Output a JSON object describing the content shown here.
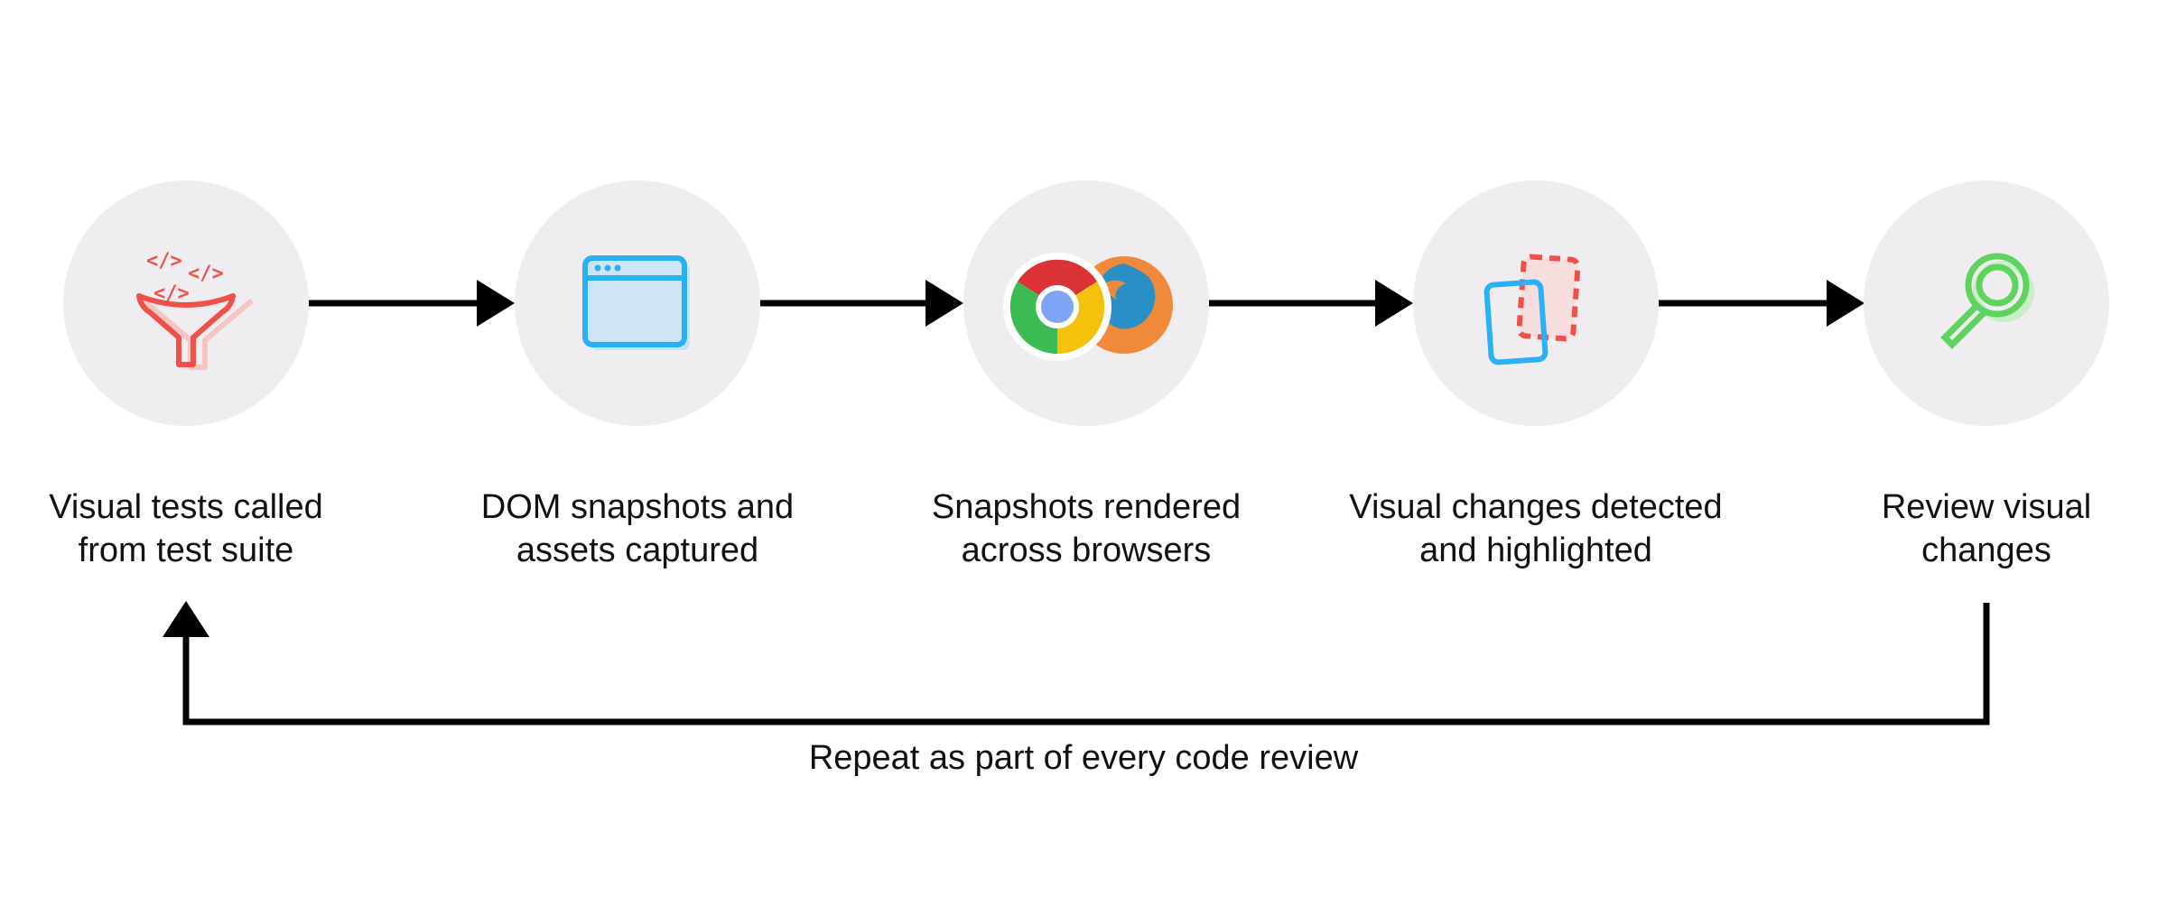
{
  "steps": [
    {
      "label": "Visual tests called\nfrom test suite",
      "icon": "code-funnel-icon"
    },
    {
      "label": "DOM snapshots and\nassets captured",
      "icon": "browser-window-icon"
    },
    {
      "label": "Snapshots rendered\nacross browsers",
      "icon": "chrome-firefox-icon"
    },
    {
      "label": "Visual changes detected\nand highlighted",
      "icon": "overlapping-pages-icon"
    },
    {
      "label": "Review visual\nchanges",
      "icon": "magnifier-icon"
    }
  ],
  "loop_label": "Repeat as part of every code review",
  "colors": {
    "circle": "#efedef",
    "arrow": "#000000",
    "red": "#f0504a",
    "blue": "#2ab0f5",
    "green": "#5fd35f",
    "chrome_red": "#db3236",
    "chrome_yellow": "#f4c20d",
    "chrome_green": "#3cba54",
    "chrome_blue": "#7fa4f6",
    "firefox_orange": "#f08a3a",
    "firefox_blue": "#2a8fc4"
  }
}
